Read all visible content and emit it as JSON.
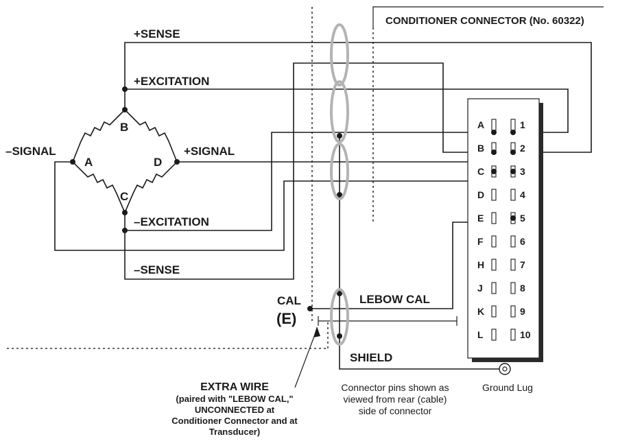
{
  "connector": {
    "title": "CONDITIONER CONNECTOR (No. 60322)",
    "left_pins": [
      "A",
      "B",
      "C",
      "D",
      "E",
      "F",
      "H",
      "J",
      "K",
      "L"
    ],
    "right_pins": [
      "1",
      "2",
      "3",
      "4",
      "5",
      "6",
      "7",
      "8",
      "9",
      "10"
    ]
  },
  "bridge": {
    "node_a": "A",
    "node_b": "B",
    "node_c": "C",
    "node_d": "D"
  },
  "wires": {
    "plus_sense": "+SENSE",
    "plus_excitation": "+EXCITATION",
    "minus_signal": "–SIGNAL",
    "plus_signal": "+SIGNAL",
    "minus_excitation": "–EXCITATION",
    "minus_sense": "–SENSE",
    "lebow_cal": "LEBOW CAL",
    "shield": "SHIELD"
  },
  "cal": {
    "label": "CAL",
    "pin": "(E)"
  },
  "notes": {
    "extra_wire_title": "EXTRA WIRE",
    "extra_wire_lines": [
      "(paired with \"LEBOW CAL,\"",
      "UNCONNECTED at",
      "Conditioner Connector and at",
      "Transducer)"
    ],
    "pins_note_lines": [
      "Connector pins shown as",
      "viewed from rear (cable)",
      "side of connector"
    ],
    "ground_lug": "Ground Lug"
  }
}
